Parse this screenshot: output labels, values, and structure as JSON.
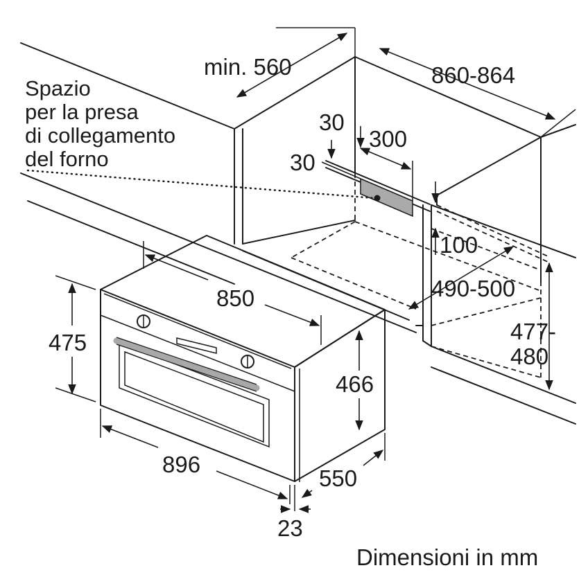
{
  "diagram": {
    "units_caption": "Dimensioni in mm",
    "note_lines": [
      "Spazio",
      "per la presa",
      "di collegamento",
      "del forno"
    ],
    "dimensions": {
      "niche_depth_min": "min. 560",
      "niche_width": "860-864",
      "socket_offset_side": "30",
      "socket_offset_top": "30",
      "socket_width": "300",
      "socket_clearance": "100",
      "niche_depth": "490-500",
      "niche_height_line1": "477-",
      "niche_height_line2": "480",
      "oven_body_width": "850",
      "oven_front_height": "475",
      "oven_body_height": "466",
      "oven_front_width": "896",
      "oven_depth": "550",
      "front_panel_thickness": "23"
    }
  }
}
